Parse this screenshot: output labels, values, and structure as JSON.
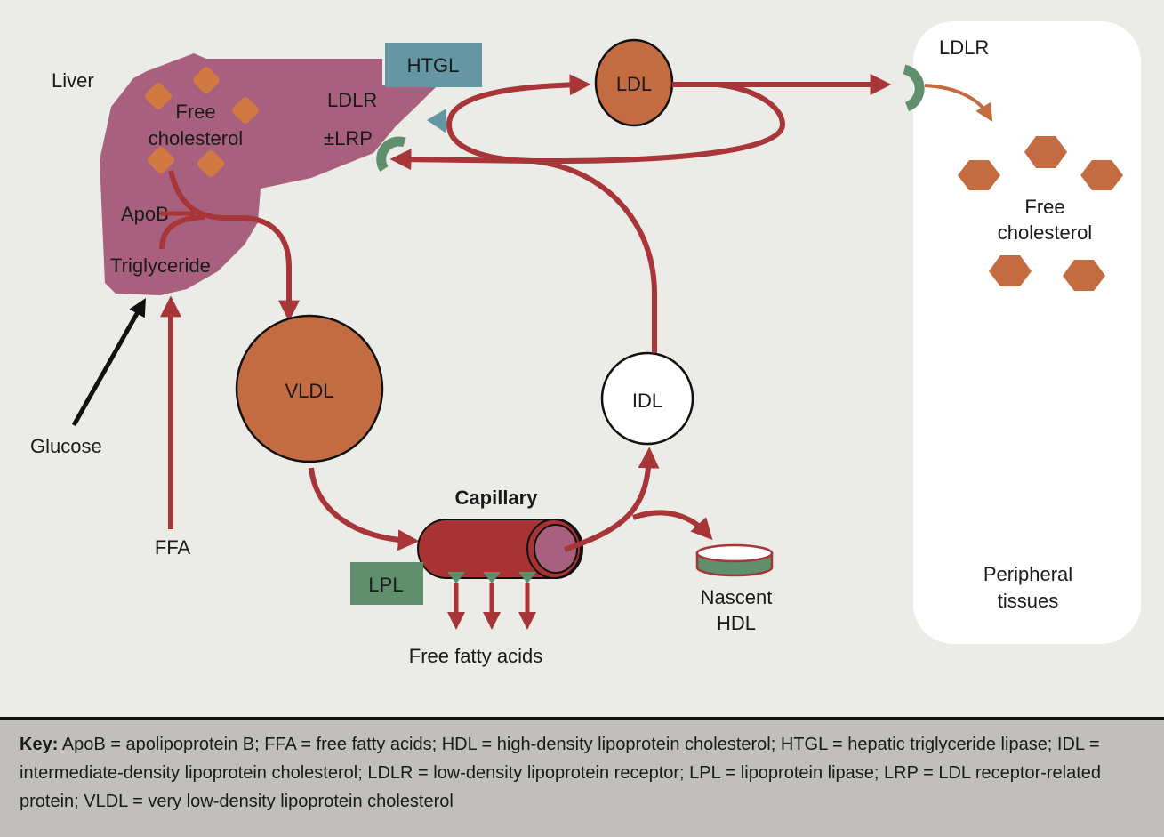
{
  "colors": {
    "background": "#ebebe7",
    "liver": "#a9607e",
    "particle_orange": "#c46c41",
    "arrow_red": "#a83638",
    "receptor_green": "#5f8f6c",
    "htgl_teal": "#6496a4",
    "capillary_red": "#a83234",
    "key_background": "#c0bfbb"
  },
  "labels": {
    "liver": "Liver",
    "liver_free": "Free",
    "liver_cholesterol": "cholesterol",
    "ldlr": "LDLR",
    "lrp": "±LRP",
    "htgl": "HTGL",
    "apob": "ApoB",
    "triglyceride": "Triglyceride",
    "glucose": "Glucose",
    "ffa": "FFA",
    "vldl": "VLDL",
    "ldl": "LDL",
    "idl": "IDL",
    "capillary": "Capillary",
    "lpl": "LPL",
    "free_fatty_acids": "Free fatty acids",
    "nascent": "Nascent",
    "hdl": "HDL",
    "peripheral_ldlr": "LDLR",
    "peripheral_free": "Free",
    "peripheral_cholesterol": "cholesterol",
    "peripheral": "Peripheral",
    "tissues": "tissues"
  },
  "key": {
    "title": "Key:",
    "text": "ApoB = apolipoprotein B; FFA = free fatty acids; HDL = high-density lipoprotein cholesterol; HTGL = hepatic triglyceride lipase; IDL = intermediate-density lipoprotein cholesterol; LDLR = low-density lipoprotein receptor; LPL = lipoprotein lipase; LRP = LDL receptor-related protein; VLDL = very low-density lipoprotein cholesterol"
  }
}
